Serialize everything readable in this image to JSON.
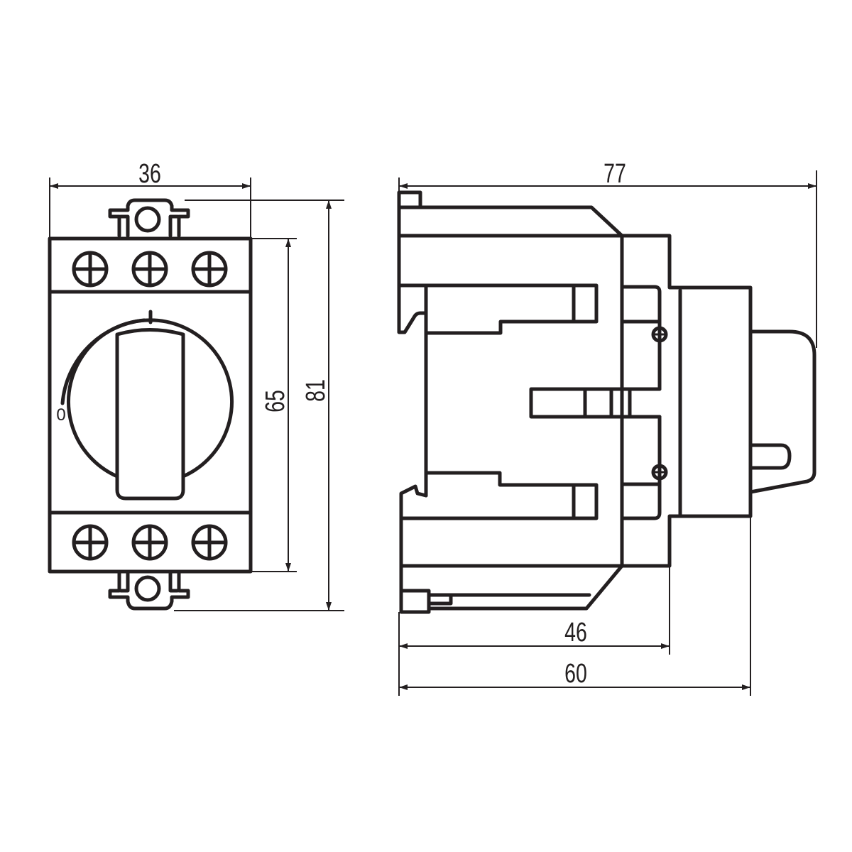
{
  "dimensions": {
    "front_width": "36",
    "front_inner_height": "65",
    "front_total_height": "81",
    "side_total_depth": "77",
    "side_depth_46": "46",
    "side_depth_60": "60"
  },
  "knob_positions": {
    "on": "I",
    "off": "0"
  },
  "colors": {
    "line": "#231f20",
    "background": "#ffffff"
  }
}
